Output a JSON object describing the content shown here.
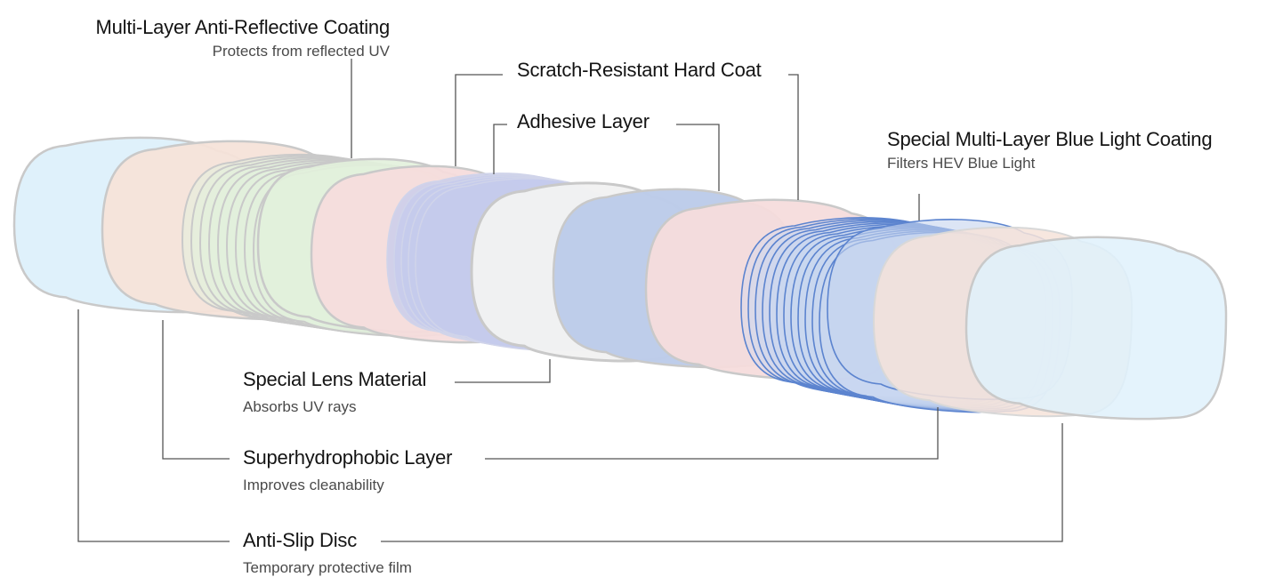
{
  "diagram": {
    "layers": {
      "anti_reflective": {
        "title": "Multi-Layer Anti-Reflective Coating",
        "subtitle": "Protects from reflected UV"
      },
      "hard_coat": {
        "title": "Scratch-Resistant Hard Coat"
      },
      "adhesive": {
        "title": "Adhesive Layer"
      },
      "blue_light": {
        "title": "Special Multi-Layer Blue Light Coating",
        "subtitle": "Filters HEV Blue Light"
      },
      "lens_material": {
        "title": "Special Lens Material",
        "subtitle": "Absorbs UV rays"
      },
      "superhydrophobic": {
        "title": "Superhydrophobic Layer",
        "subtitle": "Improves cleanability"
      },
      "anti_slip": {
        "title": "Anti-Slip Disc",
        "subtitle": "Temporary protective film"
      }
    },
    "colors": {
      "light_blue": "#dff1fb",
      "peach": "#f6e3d9",
      "green": "#e2f1dc",
      "pink": "#f5dcdc",
      "lavender": "#c4cbec",
      "white": "#f2f2f2",
      "periwinkle": "#bccbe9",
      "outline": "#c9c9c9",
      "blue_line": "#5c84cf",
      "leader": "#555555"
    }
  }
}
